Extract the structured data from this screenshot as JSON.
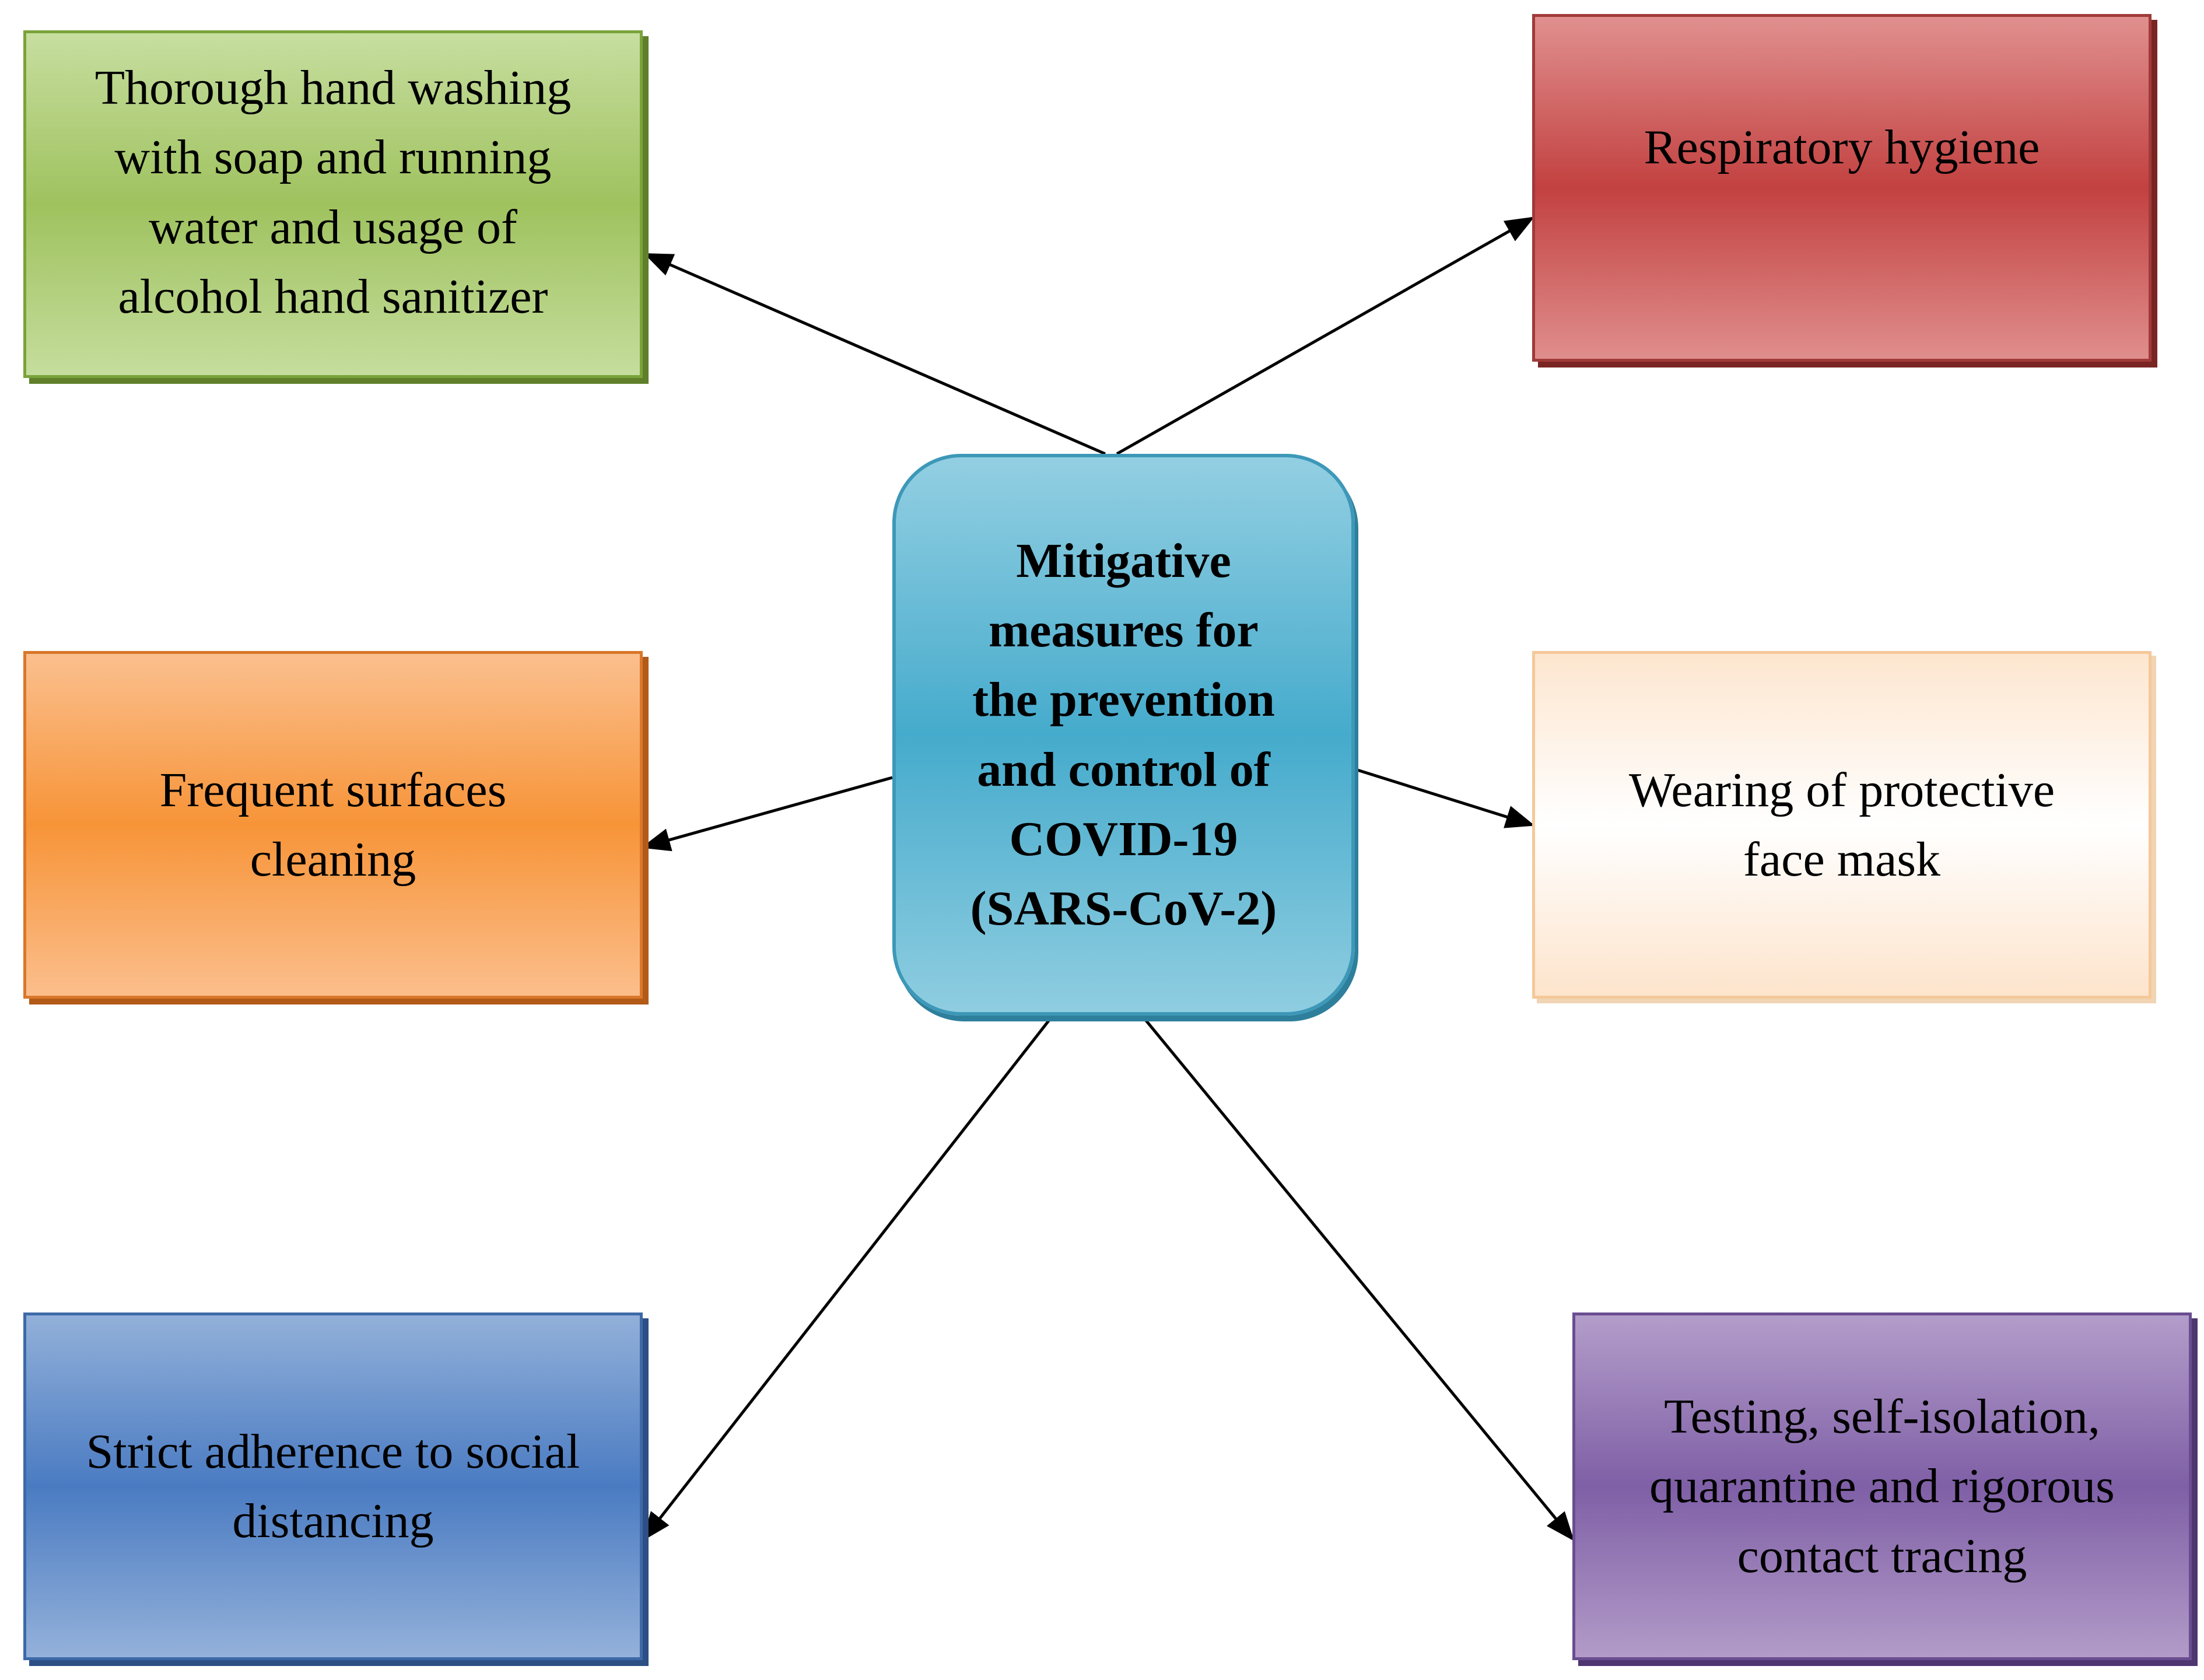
{
  "center": {
    "lines": [
      "Mitigative",
      "measures for",
      "the prevention",
      "and control of",
      "COVID-19",
      "(SARS-CoV-2)"
    ]
  },
  "measures": {
    "hand_washing": {
      "lines": [
        "Thorough hand washing",
        "with soap and running",
        "water and usage of",
        "alcohol hand sanitizer"
      ]
    },
    "respiratory": {
      "lines": [
        "Respiratory hygiene"
      ]
    },
    "surfaces": {
      "lines": [
        "Frequent surfaces",
        "cleaning"
      ]
    },
    "face_mask": {
      "lines": [
        "Wearing of protective",
        "face mask"
      ]
    },
    "social_distancing": {
      "lines": [
        "Strict adherence to social",
        "distancing"
      ]
    },
    "testing": {
      "lines": [
        "Testing, self-isolation,",
        "quarantine and rigorous",
        "contact tracing"
      ]
    }
  },
  "colors": {
    "hand_washing": "#9fc25e",
    "respiratory": "#c24140",
    "surfaces": "#f79438",
    "face_mask": "#fde6cf",
    "social_distancing": "#4a7bc2",
    "testing": "#7f5fa6",
    "center": "#45abcc",
    "arrow": "#000000"
  }
}
